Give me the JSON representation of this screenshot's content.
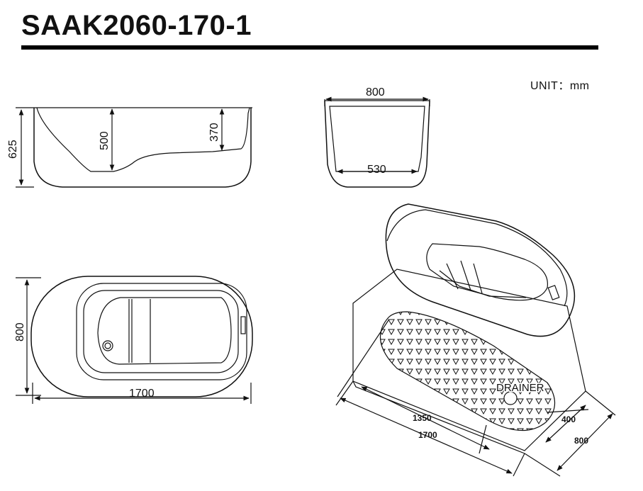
{
  "header": {
    "title": "SAAK2060-170-1",
    "unit": "UNIT：mm"
  },
  "side_view": {
    "height_total": "625",
    "inner_depth": "500",
    "seat_depth": "370"
  },
  "end_view": {
    "top_width": "800",
    "bottom_width": "530"
  },
  "top_view": {
    "width": "800",
    "length": "1700"
  },
  "iso_view": {
    "drainer_label": "DRAINER",
    "mat_length": "1350",
    "base_length": "1700",
    "mat_width": "400",
    "base_width": "800"
  },
  "colors": {
    "line": "#111111",
    "background": "#ffffff"
  }
}
